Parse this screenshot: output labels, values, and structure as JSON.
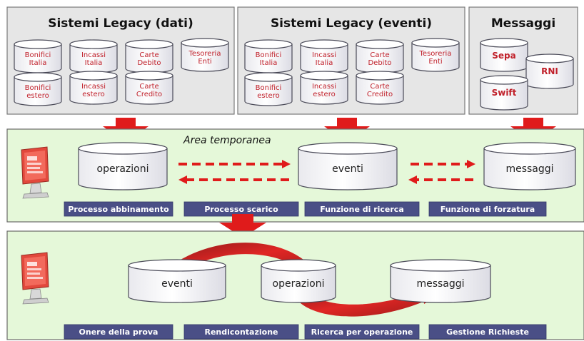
{
  "panels": {
    "legacy_dati": {
      "title": "Sistemi Legacy (dati)",
      "items": [
        [
          "Bonifici",
          "Italia"
        ],
        [
          "Incassi",
          "Italia"
        ],
        [
          "Carte",
          "Debito"
        ],
        [
          "Tesoreria",
          "Enti"
        ],
        [
          "Bonifici",
          "estero"
        ],
        [
          "Incassi",
          "estero"
        ],
        [
          "Carte",
          "Credito"
        ]
      ]
    },
    "legacy_eventi": {
      "title": "Sistemi Legacy (eventi)",
      "items": [
        [
          "Bonifici",
          "Italia"
        ],
        [
          "Incassi",
          "Italia"
        ],
        [
          "Carte",
          "Debito"
        ],
        [
          "Tesoreria",
          "Enti"
        ],
        [
          "Bonifici",
          "estero"
        ],
        [
          "Incassi",
          "estero"
        ],
        [
          "Carte",
          "Credito"
        ]
      ]
    },
    "messaggi": {
      "title": "Messaggi",
      "items": [
        "Sepa",
        "RNI",
        "Swift"
      ]
    }
  },
  "area": {
    "title": "Area temporanea",
    "cylinders": [
      "operazioni",
      "eventi",
      "messaggi"
    ],
    "buttons": [
      "Processo abbinamento",
      "Processo scarico",
      "Funzione di ricerca",
      "Funzione di forzatura"
    ]
  },
  "bottom": {
    "cylinders": [
      "eventi",
      "operazioni",
      "messaggi"
    ],
    "buttons": [
      "Onere della prova",
      "Rendicontazione",
      "Ricerca per operazione",
      "Gestione Richieste"
    ]
  },
  "colors": {
    "arrow_red": "#e01b1b",
    "panel_gray": "#e6e6e6",
    "area_green": "#e5f8d9",
    "button_navy": "#4a4f86",
    "cylinder_text_red": "#c0202a",
    "monitor_red": "#e2483c"
  },
  "icons": [
    "down-arrow-icon",
    "dashed-arrow-icon",
    "monitor-icon",
    "curved-arrow-icon"
  ]
}
